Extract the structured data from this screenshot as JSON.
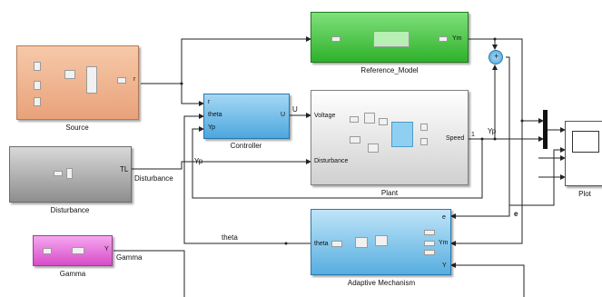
{
  "blocks": {
    "source": {
      "label": "Source",
      "out": "r"
    },
    "disturbance": {
      "label": "Disturbance",
      "out": "TL"
    },
    "gamma": {
      "label": "Gamma",
      "out": "Y"
    },
    "reference_model": {
      "label": "Reference_Model",
      "out": "Ym"
    },
    "controller": {
      "label": "Controller",
      "in1": "r",
      "in2": "theta",
      "in3": "Yp",
      "out": "U"
    },
    "plant": {
      "label": "Plant",
      "in1": "Voltage",
      "in2": "Disturbance",
      "out": "Speed"
    },
    "adaptive": {
      "label": "Adaptive Mechanism",
      "in1": "theta",
      "in2": "e",
      "in3": "Ym",
      "in4": "Y"
    },
    "plot": {
      "label": "Plot"
    }
  },
  "signals": {
    "u": "U",
    "yp_out": "Yp",
    "yp_in": "Yp",
    "disturbance": "Disturbance",
    "theta": "theta",
    "e": "e",
    "gamma": "Gamma",
    "one": "1"
  },
  "sum_sign": "+"
}
